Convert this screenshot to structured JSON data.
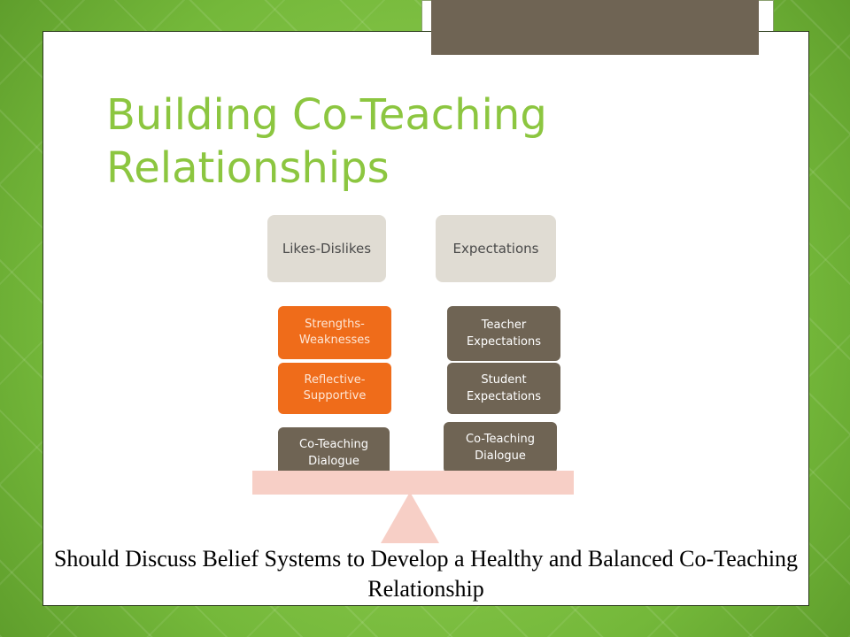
{
  "slide": {
    "title": "Building Co-Teaching Relationships",
    "caption": "Should Discuss Belief Systems to Develop a Healthy and Balanced Co-Teaching Relationship"
  },
  "diagram": {
    "left": {
      "header": "Likes-Dislikes",
      "items": [
        "Strengths-\nWeaknesses",
        "Reflective-\nSupportive",
        "Co-Teaching\nDialogue"
      ]
    },
    "right": {
      "header": "Expectations",
      "items": [
        "Teacher\nExpectations",
        "Student\nExpectations",
        "Co-Teaching\nDialogue"
      ]
    }
  },
  "colors": {
    "background_green": "#7cc242",
    "title_green": "#8cc640",
    "orange": "#ef6c1a",
    "brown": "#6f6454",
    "header_beige": "#e0dcd3",
    "beam_pink": "#f7cfc6"
  }
}
